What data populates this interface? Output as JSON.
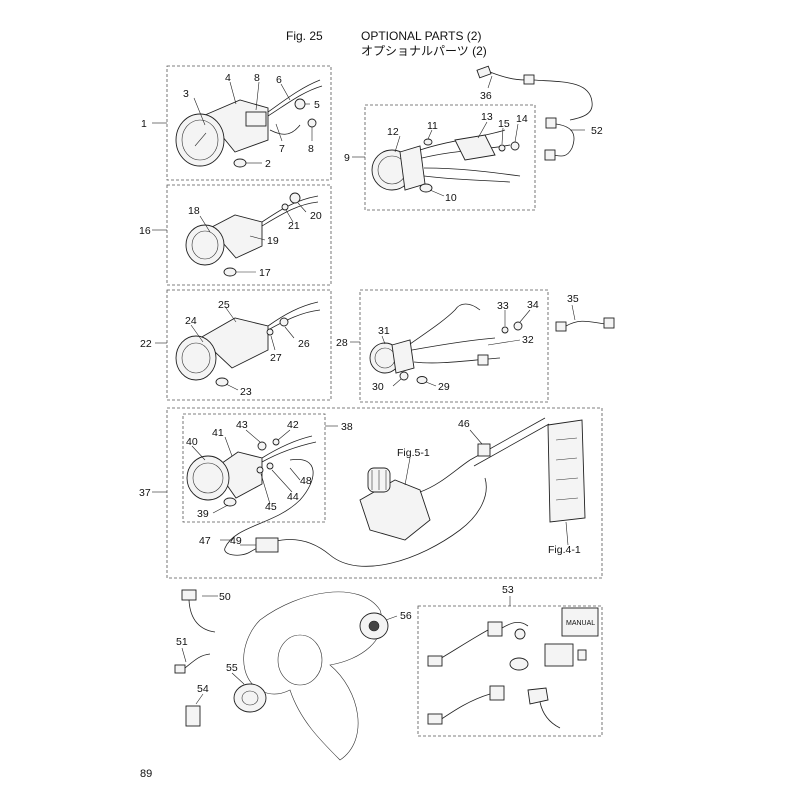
{
  "header": {
    "fig": "Fig. 25",
    "title": "OPTIONAL PARTS (2)",
    "title_jp": "オプショナルパーツ (2)"
  },
  "page_number": "89",
  "references": {
    "fig5_1": "Fig.5-1",
    "fig4_1": "Fig.4-1"
  },
  "manual_label": "MANUAL",
  "callouts": {
    "n1": "1",
    "n2": "2",
    "n3": "3",
    "n4": "4",
    "n5": "5",
    "n6": "6",
    "n7": "7",
    "n8a": "8",
    "n8b": "8",
    "n9": "9",
    "n10": "10",
    "n11": "11",
    "n12": "12",
    "n13": "13",
    "n14": "14",
    "n15": "15",
    "n16": "16",
    "n17": "17",
    "n18": "18",
    "n19": "19",
    "n20": "20",
    "n21": "21",
    "n22": "22",
    "n23": "23",
    "n24": "24",
    "n25": "25",
    "n26": "26",
    "n27": "27",
    "n28": "28",
    "n29": "29",
    "n30": "30",
    "n31": "31",
    "n32": "32",
    "n33": "33",
    "n34": "34",
    "n35": "35",
    "n36": "36",
    "n37": "37",
    "n38": "38",
    "n39": "39",
    "n40": "40",
    "n41": "41",
    "n42": "42",
    "n43": "43",
    "n44": "44",
    "n45": "45",
    "n46": "46",
    "n47": "47",
    "n48": "48",
    "n49": "49",
    "n50": "50",
    "n51": "51",
    "n52": "52",
    "n53": "53",
    "n54": "54",
    "n55": "55",
    "n56": "56"
  }
}
